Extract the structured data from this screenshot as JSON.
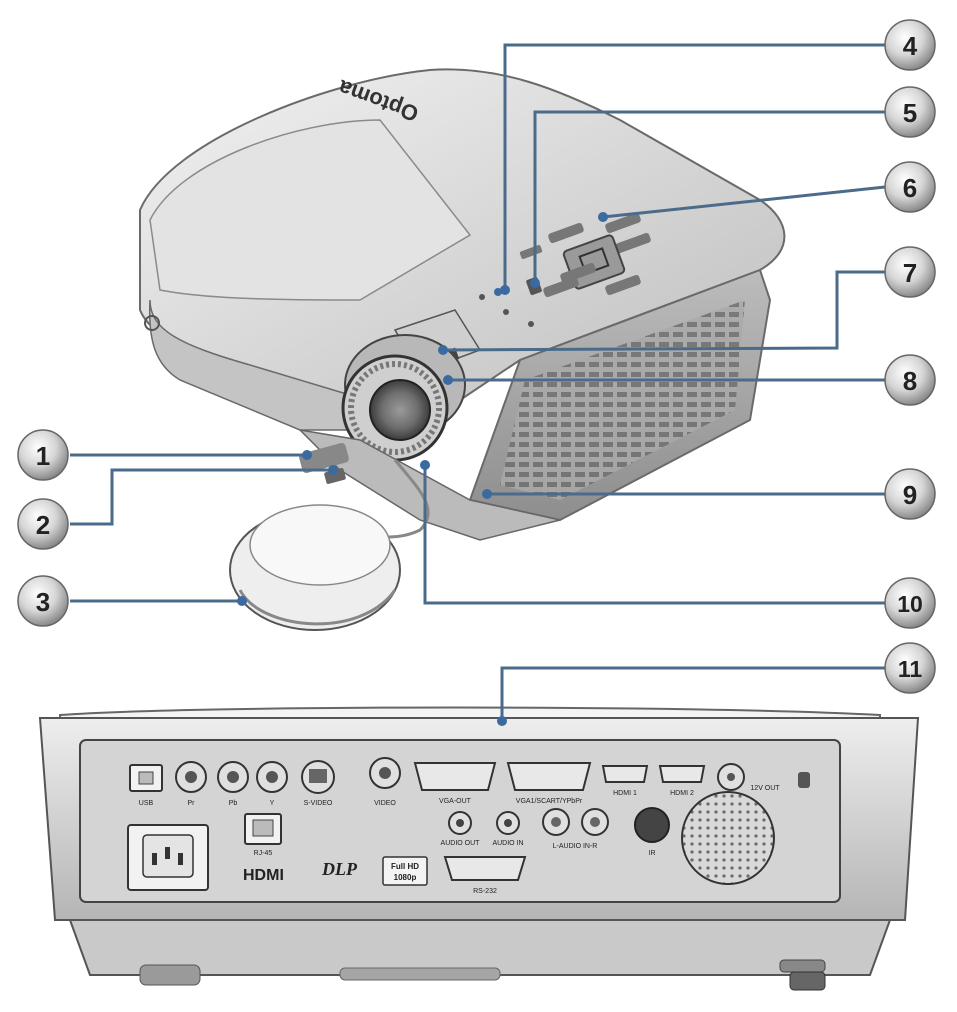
{
  "brand": {
    "logo_text": "Optoma"
  },
  "callouts": [
    {
      "number": "1"
    },
    {
      "number": "2"
    },
    {
      "number": "3"
    },
    {
      "number": "4"
    },
    {
      "number": "5"
    },
    {
      "number": "6"
    },
    {
      "number": "7"
    },
    {
      "number": "8"
    },
    {
      "number": "9"
    },
    {
      "number": "10"
    },
    {
      "number": "11"
    }
  ],
  "rear_panel": {
    "port_labels": {
      "usb": "USB",
      "pr": "Pr",
      "pb": "Pb",
      "y": "Y",
      "svideo": "S-VIDEO",
      "video": "VIDEO",
      "vga_out": "VGA-OUT",
      "vga_in": "VGA1/SCART/YPbPr",
      "hdmi1": "HDMI 1",
      "hdmi2": "HDMI 2",
      "dc_out": "12V OUT",
      "rj45": "RJ-45",
      "audio_out": "AUDIO OUT",
      "audio_in": "AUDIO IN",
      "audio_lr": "L-AUDIO IN-R",
      "ir": "IR",
      "rs232": "RS-232"
    },
    "badges": {
      "hdmi_logo": "HDMI",
      "dlp_logo": "DLP",
      "full_hd_line1": "Full HD",
      "full_hd_line2": "1080p"
    }
  },
  "colors": {
    "callout_line": "#4a6b8a",
    "callout_dot": "#3b6aa0",
    "body_gray": "#d8d8d8",
    "panel_gray": "#cfcfcf"
  }
}
